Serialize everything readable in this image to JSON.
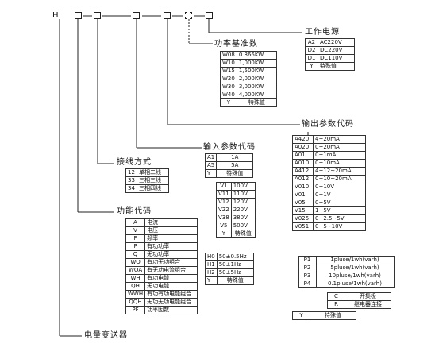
{
  "model": {
    "prefix": "H"
  },
  "power_basis": {
    "title": "功率基准数",
    "rows": [
      {
        "code": "W08",
        "value": "0.866KW"
      },
      {
        "code": "W10",
        "value": "1,000KW"
      },
      {
        "code": "W15",
        "value": "1,500KW"
      },
      {
        "code": "W20",
        "value": "2,000KW"
      },
      {
        "code": "W30",
        "value": "3,000KW"
      },
      {
        "code": "W40",
        "value": "4,000KW"
      },
      {
        "code": "Y",
        "value": "特殊值"
      }
    ]
  },
  "power_supply": {
    "title": "工作电源",
    "rows": [
      {
        "code": "A2",
        "value": "AC220V"
      },
      {
        "code": "D2",
        "value": "DC220V"
      },
      {
        "code": "D1",
        "value": "DC110V"
      },
      {
        "code": "Y",
        "value": "特殊值"
      }
    ]
  },
  "output_params": {
    "title": "输出参数代码",
    "rows": [
      {
        "code": "A420",
        "value": "4~20mA"
      },
      {
        "code": "A020",
        "value": "0~20mA"
      },
      {
        "code": "A01",
        "value": "0~1mA"
      },
      {
        "code": "A010",
        "value": "0~10mA"
      },
      {
        "code": "A412",
        "value": "4~12~20mA"
      },
      {
        "code": "A012",
        "value": "0~10~20mA"
      },
      {
        "code": "V010",
        "value": "0~10V"
      },
      {
        "code": "V01",
        "value": "0~1V"
      },
      {
        "code": "V05",
        "value": "0~5V"
      },
      {
        "code": "V15",
        "value": "1~5V"
      },
      {
        "code": "V025",
        "value": "0~2.5~5V"
      },
      {
        "code": "V051",
        "value": "0~5~10V"
      }
    ],
    "pulse_rows": [
      {
        "code": "P1",
        "value": "1pluse/1wh(varh)"
      },
      {
        "code": "P2",
        "value": "5pluse/1wh(varh)"
      },
      {
        "code": "P3",
        "value": "10pluse/1wh(varh)"
      },
      {
        "code": "P4",
        "value": "0.1pluse/1wh(varh)"
      }
    ],
    "pulse_sub": [
      {
        "code": "C",
        "value": "开集极"
      },
      {
        "code": "R",
        "value": "继电器连接"
      }
    ],
    "special": {
      "code": "Y",
      "value": "特殊值"
    }
  },
  "input_params": {
    "title": "输入参数代码",
    "current_rows": [
      {
        "code": "A1",
        "value": "1A"
      },
      {
        "code": "A5",
        "value": "5A"
      },
      {
        "code": "Y",
        "value": "特殊值"
      }
    ],
    "voltage_rows": [
      {
        "code": "V1",
        "value": "100V"
      },
      {
        "code": "V11",
        "value": "110V"
      },
      {
        "code": "V12",
        "value": "120V"
      },
      {
        "code": "V22",
        "value": "220V"
      },
      {
        "code": "V38",
        "value": "380V"
      },
      {
        "code": "V5",
        "value": "500V"
      },
      {
        "code": "Y",
        "value": "特殊值"
      }
    ],
    "freq_rows": [
      {
        "code": "H0",
        "value": "50±0.5Hz"
      },
      {
        "code": "H1",
        "value": "50±1Hz"
      },
      {
        "code": "H2",
        "value": "50±5Hz"
      },
      {
        "code": "Y",
        "value": "特殊值"
      }
    ]
  },
  "wiring": {
    "title": "接线方式",
    "rows": [
      {
        "code": "12",
        "value": "单相二线"
      },
      {
        "code": "33",
        "value": "三相三线"
      },
      {
        "code": "34",
        "value": "三相四线"
      }
    ]
  },
  "function_code": {
    "title": "功能代码",
    "rows": [
      {
        "code": "A",
        "value": "电流"
      },
      {
        "code": "V",
        "value": "电压"
      },
      {
        "code": "F",
        "value": "频率"
      },
      {
        "code": "P",
        "value": "有功功率"
      },
      {
        "code": "Q",
        "value": "无功功率"
      },
      {
        "code": "WQ",
        "value": "有功无功组合"
      },
      {
        "code": "WQA",
        "value": "有无功电流组合"
      },
      {
        "code": "WH",
        "value": "有功电能"
      },
      {
        "code": "QH",
        "value": "无功电能"
      },
      {
        "code": "WWH",
        "value": "有功有功电能组合"
      },
      {
        "code": "QQH",
        "value": "无功无功电能组合"
      },
      {
        "code": "PF",
        "value": "功率因数"
      }
    ]
  },
  "product": {
    "title": "电量变送器"
  }
}
